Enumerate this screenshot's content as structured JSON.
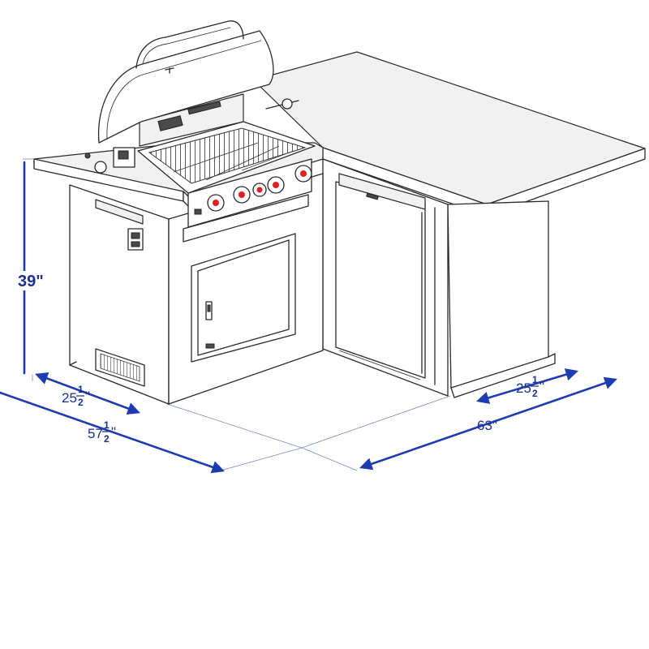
{
  "diagram": {
    "colors": {
      "dimension": "#1f3bb0",
      "knob_accent": "#e02020",
      "outline": "#2a2a2a"
    },
    "dimensions": {
      "height": {
        "value": "39\""
      },
      "left_depth": {
        "whole": "25",
        "num": "1",
        "den": "2",
        "unit": "\""
      },
      "left_width": {
        "whole": "57",
        "num": "1",
        "den": "2",
        "unit": "\""
      },
      "right_depth": {
        "whole": "25",
        "num": "1",
        "den": "2",
        "unit": "\""
      },
      "right_width": {
        "value": "63\""
      }
    }
  }
}
